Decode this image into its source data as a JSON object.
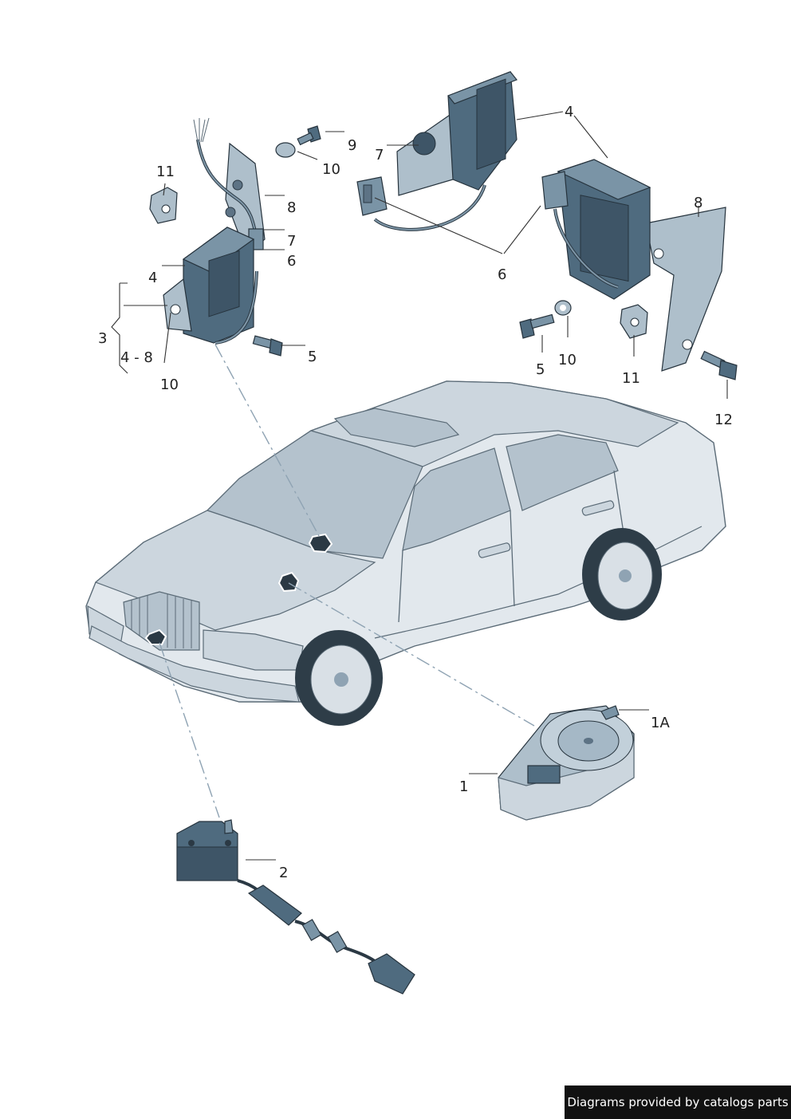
{
  "callouts": {
    "c1": "1",
    "c1A": "1A",
    "c2": "2",
    "c3": "3",
    "c4_left": "4",
    "c4_right": "4",
    "c4_8": "4 - 8",
    "c5_left": "5",
    "c5_right": "5",
    "c6_left": "6",
    "c6_right": "6",
    "c7_left": "7",
    "c7_right": "7",
    "c8_left": "8",
    "c8_right": "8",
    "c9": "9",
    "c10_top": "10",
    "c10_left": "10",
    "c10_right": "10",
    "c11_left": "11",
    "c11_right": "11",
    "c12": "12"
  },
  "footer": {
    "credit": "Diagrams provided by catalogs parts"
  },
  "colors": {
    "part": "#4f6b7f",
    "body": "#e2e8ed",
    "leader_dash": "#8fa3b3",
    "footer_bg": "#111111"
  }
}
